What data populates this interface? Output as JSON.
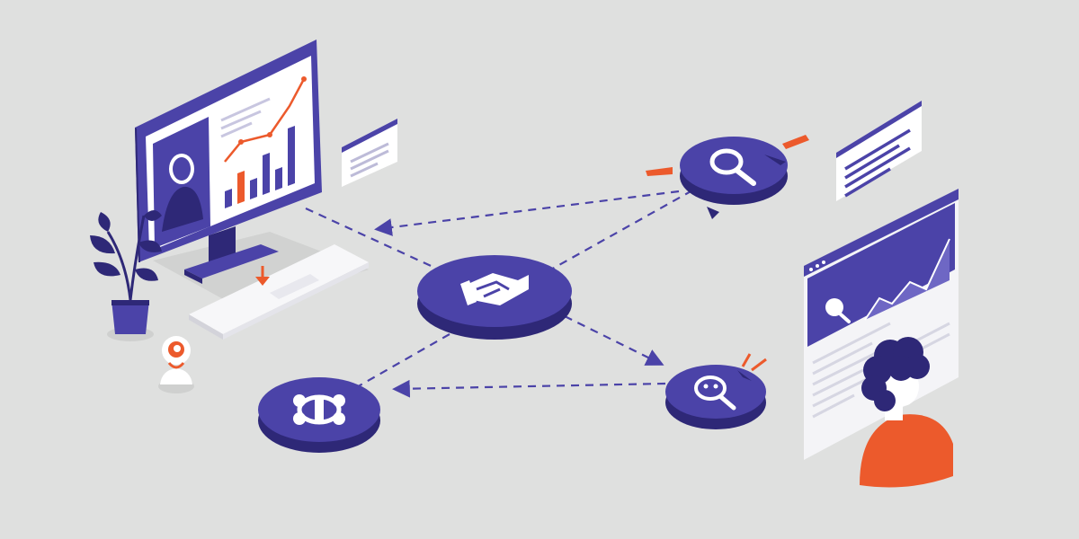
{
  "colors": {
    "background": "#dfe0df",
    "primary": "#4b43a8",
    "primary_dark": "#2e2877",
    "accent": "#ec5a2c",
    "white": "#ffffff",
    "light_panel": "#f2f2f5",
    "shadow": "#c9cac9"
  },
  "illustration": {
    "desktop": {
      "screen_icons": [
        "person-silhouette-icon",
        "line-chart-icon",
        "bar-chart-icon"
      ],
      "keyboard": true,
      "desk_items": [
        "potted-plant-icon",
        "webcam-icon"
      ]
    },
    "hub_nodes": [
      {
        "name": "handshake-node",
        "icon": "handshake-icon"
      },
      {
        "name": "search-node",
        "icon": "magnifier-icon"
      },
      {
        "name": "analysis-node",
        "icon": "face-magnifier-icon"
      },
      {
        "name": "network-node",
        "icon": "puzzle-network-icon"
      }
    ],
    "flow_arrows": [
      {
        "from": "desktop",
        "to": "handshake-node",
        "style": "dashed"
      },
      {
        "from": "search-node",
        "to": "desktop",
        "style": "dashed"
      },
      {
        "from": "search-node",
        "to": "handshake-node",
        "style": "dashed"
      },
      {
        "from": "handshake-node",
        "to": "analysis-node",
        "style": "dashed"
      },
      {
        "from": "analysis-node",
        "to": "network-node",
        "style": "dashed"
      },
      {
        "from": "handshake-node",
        "to": "network-node",
        "style": "dashed"
      }
    ],
    "floating_panels": [
      "small-browser-window",
      "text-document-panel"
    ],
    "dashboard_panel": {
      "icons": [
        "magnifier-icon",
        "area-chart-icon"
      ],
      "person": "curly-haired-person-icon"
    }
  }
}
